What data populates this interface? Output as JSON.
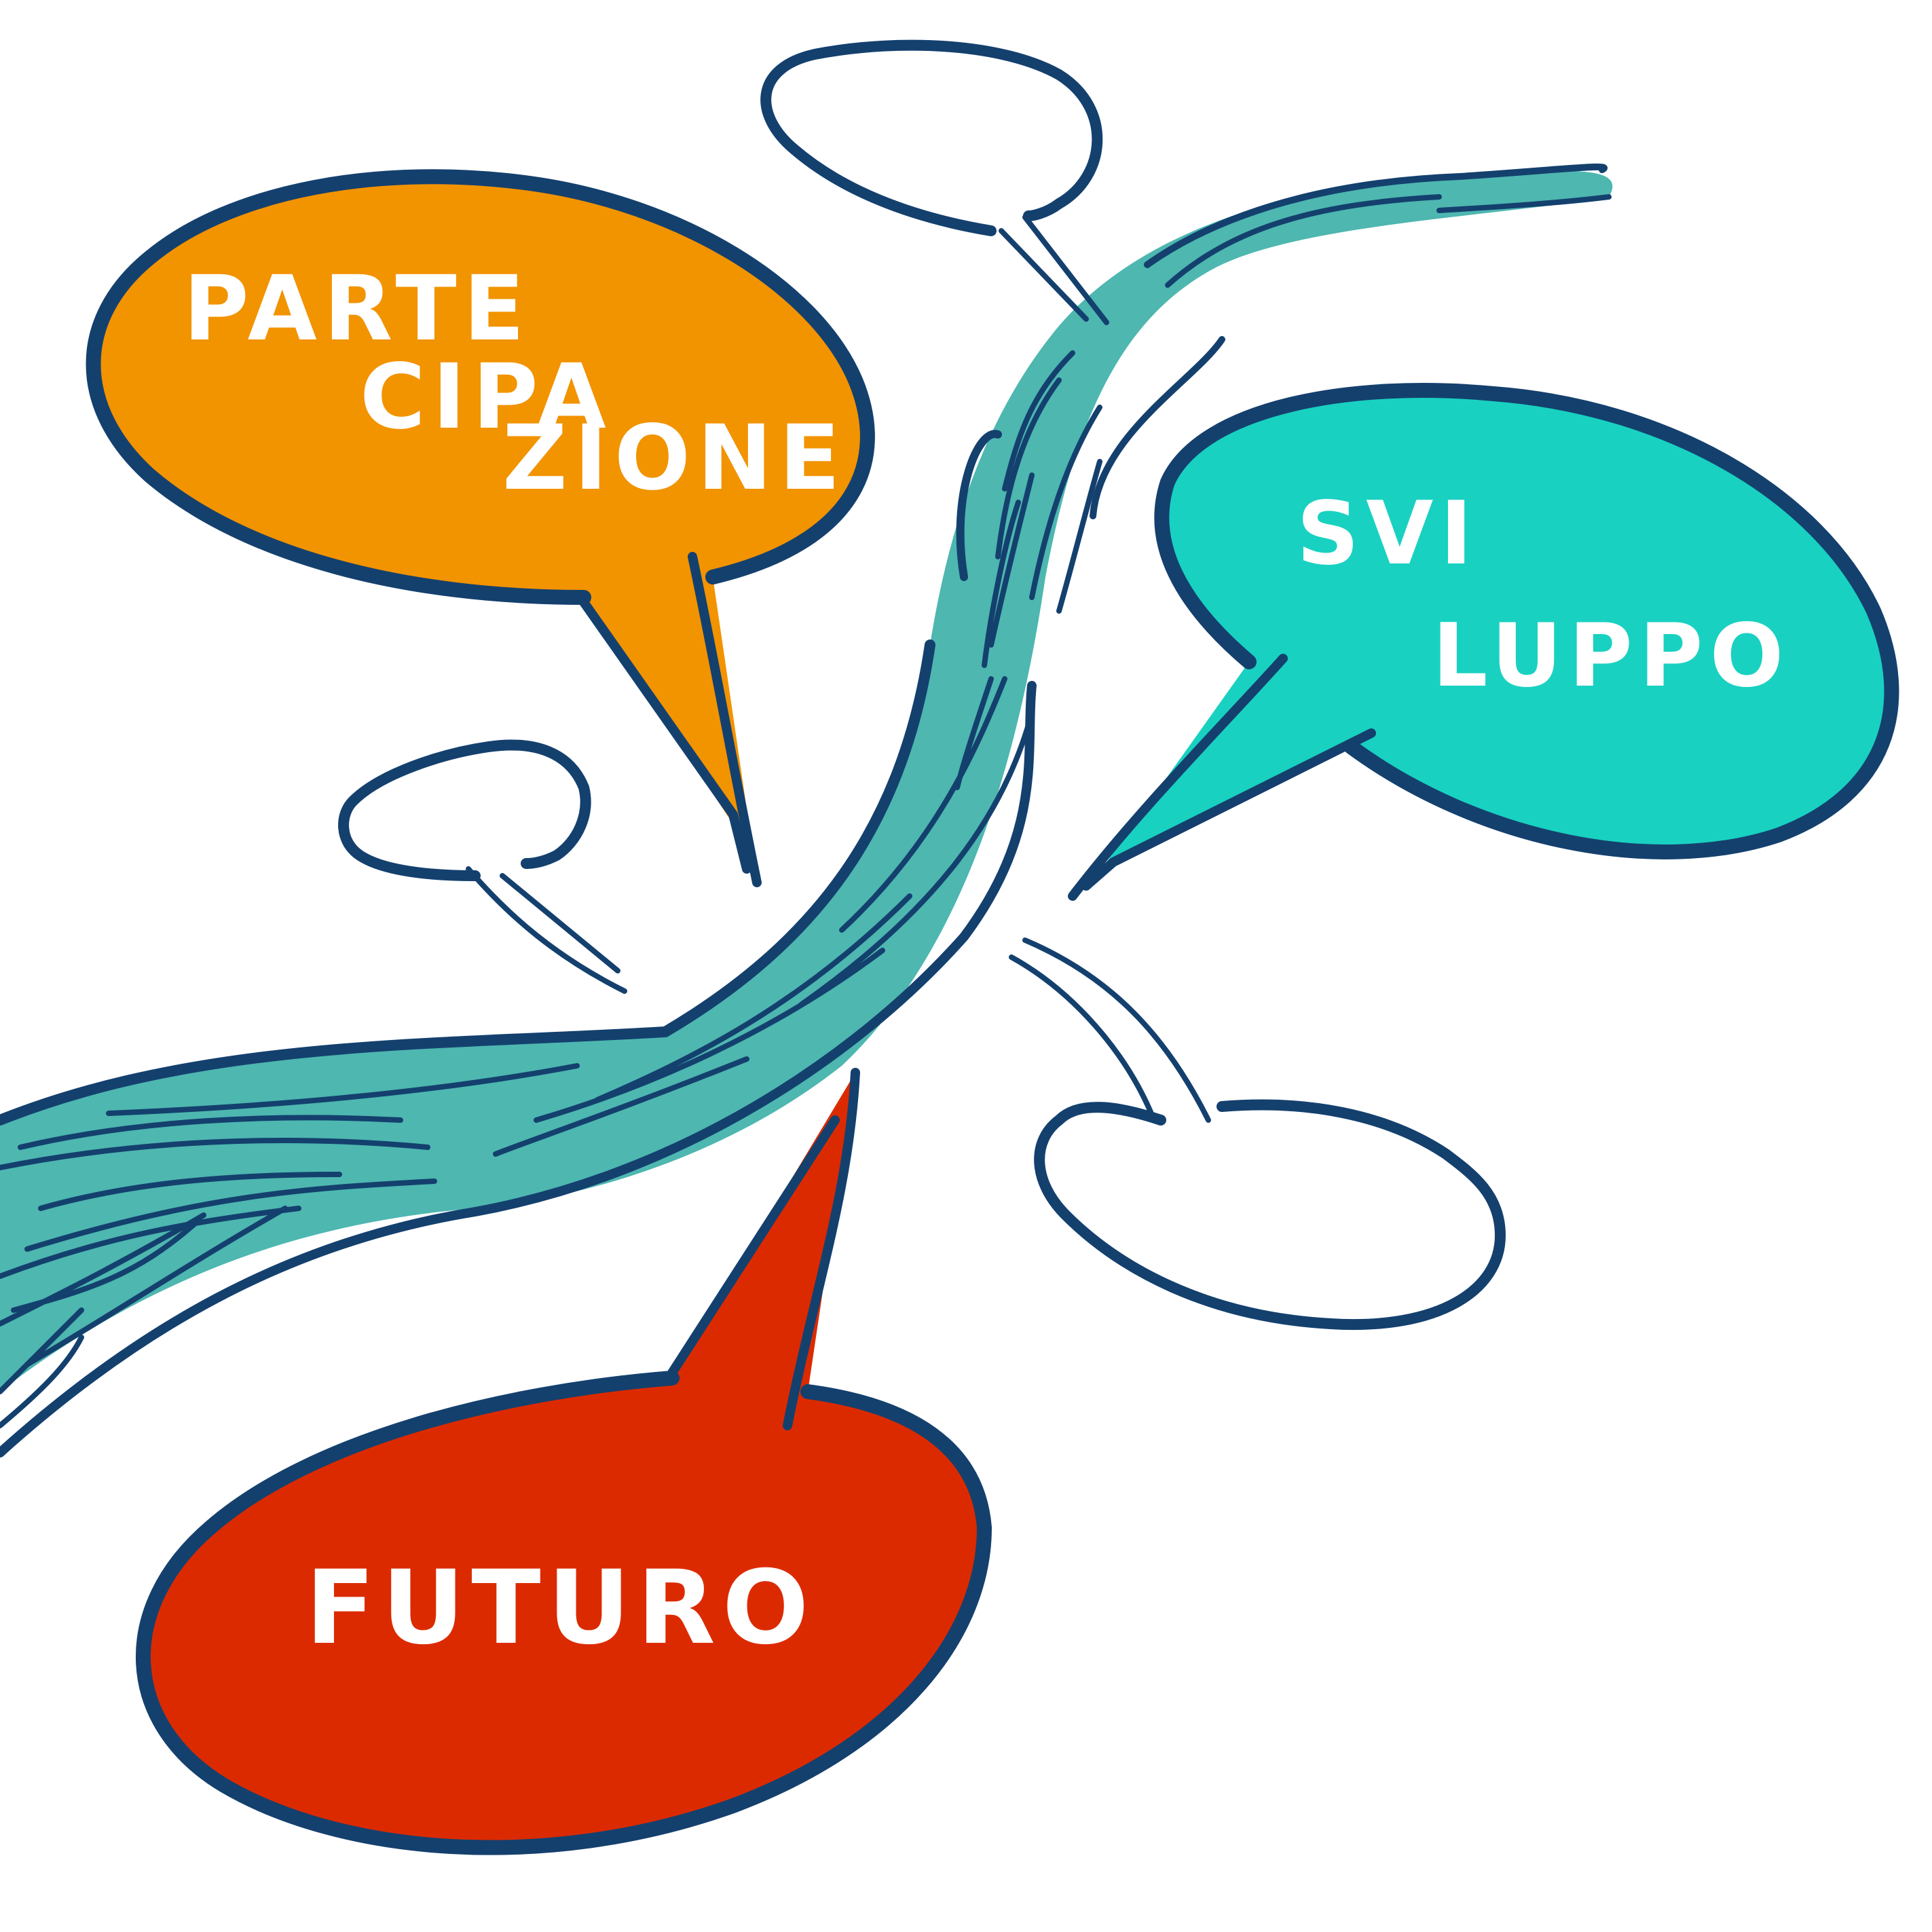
{
  "colors": {
    "outline": "#14406e",
    "ribbon": "#4db7b0",
    "bubble_partecipazione": "#f29300",
    "bubble_sviluppo": "#19d1c1",
    "bubble_futuro": "#dc2a00",
    "text": "#ffffff",
    "background": "#ffffff"
  },
  "bubbles": {
    "partecipazione": {
      "lines": [
        "PARTE",
        "CIPA",
        "ZIONE"
      ]
    },
    "sviluppo": {
      "lines": [
        "SVI",
        "LUPPO"
      ]
    },
    "futuro": {
      "lines": [
        "FUTURO"
      ]
    }
  },
  "empty_bubbles_count": 3
}
